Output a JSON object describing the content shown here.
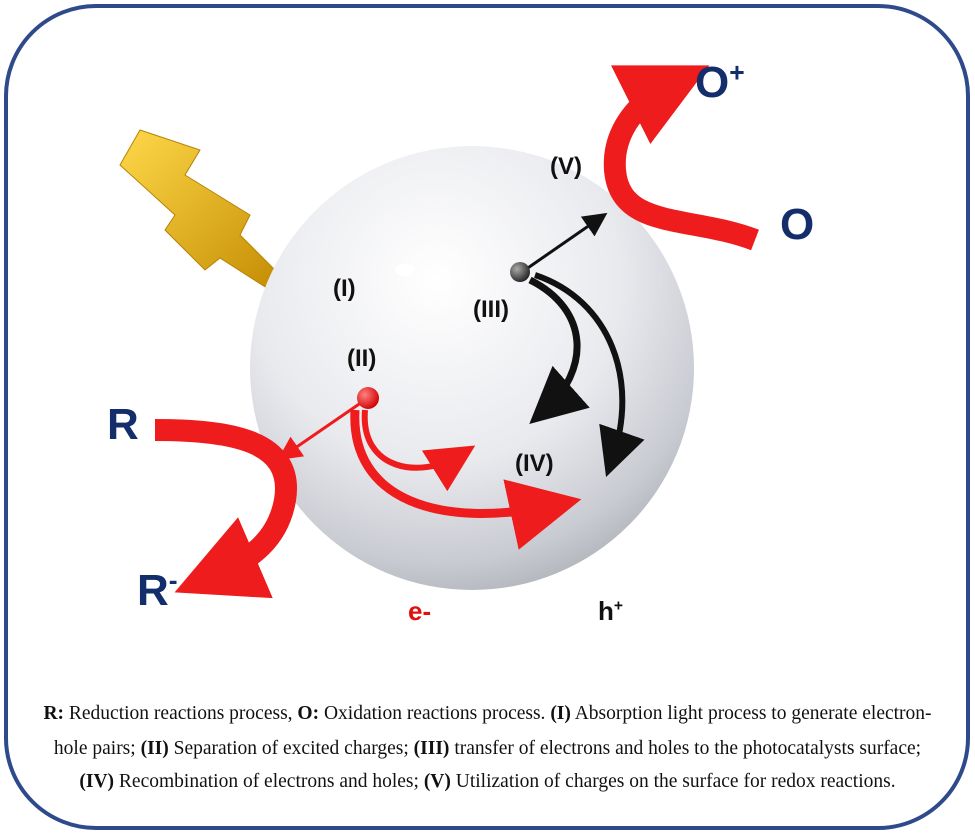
{
  "diagram": {
    "steps": {
      "I": "(I)",
      "II": "(II)",
      "III": "(III)",
      "IV": "(IV)",
      "V": "(V)"
    },
    "species": {
      "R": "R",
      "R_minus_base": "R",
      "R_minus_sup": "-",
      "O": "O",
      "O_plus_base": "O",
      "O_plus_sup": "+"
    },
    "carriers": {
      "electron": "e-",
      "hole_base": "h",
      "hole_sup": "+"
    },
    "colors": {
      "frame": "#2e4a8b",
      "arrow_red": "#ee1c1c",
      "text_blue": "#142d6b",
      "electron": "#e01010",
      "hole": "#333333",
      "bolt": "#e8b400"
    }
  },
  "caption": {
    "line1": [
      {
        "b": "R:",
        "t": " Reduction reactions process, "
      },
      {
        "b": "O:",
        "t": " Oxidation reactions process. "
      },
      {
        "b": "(I)",
        "t": " Absorption light process to generate electron-"
      }
    ],
    "line2": [
      {
        "b": "",
        "t": "hole pairs; "
      },
      {
        "b": "(II)",
        "t": " Separation of excited charges; "
      },
      {
        "b": "(III)",
        "t": " transfer of electrons and holes to the photocatalysts surface;"
      }
    ],
    "line3": [
      {
        "b": "(IV)",
        "t": " Recombination of electrons and holes; "
      },
      {
        "b": "(V)",
        "t": " Utilization of charges on the surface for redox reactions."
      }
    ]
  }
}
